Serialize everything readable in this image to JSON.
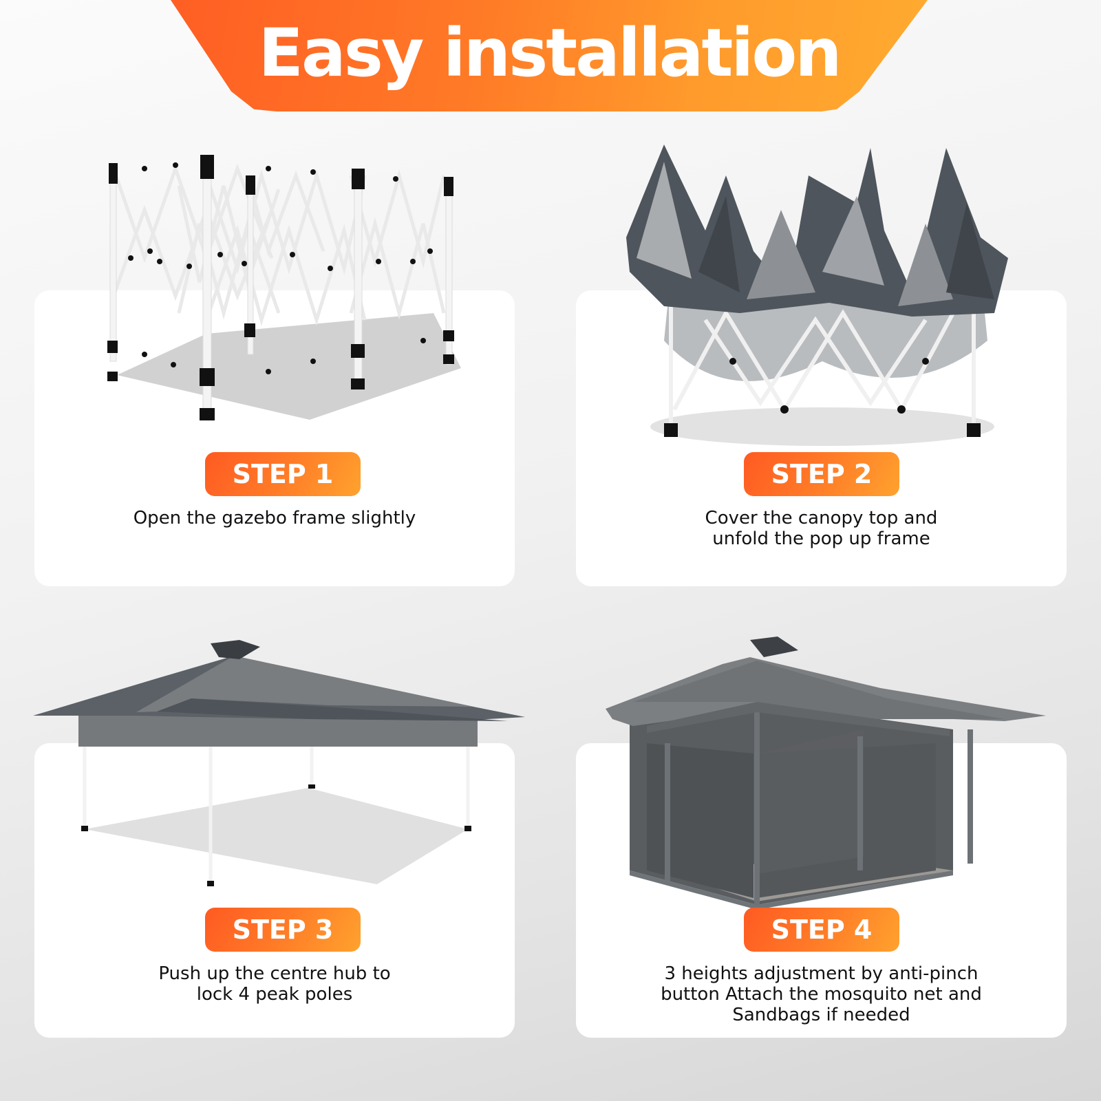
{
  "header": {
    "title": "Easy installation"
  },
  "colors": {
    "accent_start": "#ff5a22",
    "accent_end": "#ffa22e",
    "card_bg": "#ffffff",
    "canopy_gray": "#6f7377",
    "canopy_dark": "#4c5258",
    "frame_white": "#f2f2f2"
  },
  "steps": [
    {
      "badge": "STEP 1",
      "description_lines": [
        "Open the gazebo frame slightly"
      ],
      "image": "folded-white-gazebo-frame"
    },
    {
      "badge": "STEP 2",
      "description_lines": [
        "Cover the canopy top and",
        "unfold the pop up frame"
      ],
      "image": "frame-with-draped-gray-canopy"
    },
    {
      "badge": "STEP 3",
      "description_lines": [
        "Push up the centre hub to",
        "lock 4 peak poles"
      ],
      "image": "open-gray-canopy-gazebo"
    },
    {
      "badge": "STEP 4",
      "description_lines": [
        "3 heights adjustment by anti-pinch",
        "button Attach the mosquito net and",
        "Sandbags if needed"
      ],
      "image": "gazebo-with-mosquito-net"
    }
  ]
}
